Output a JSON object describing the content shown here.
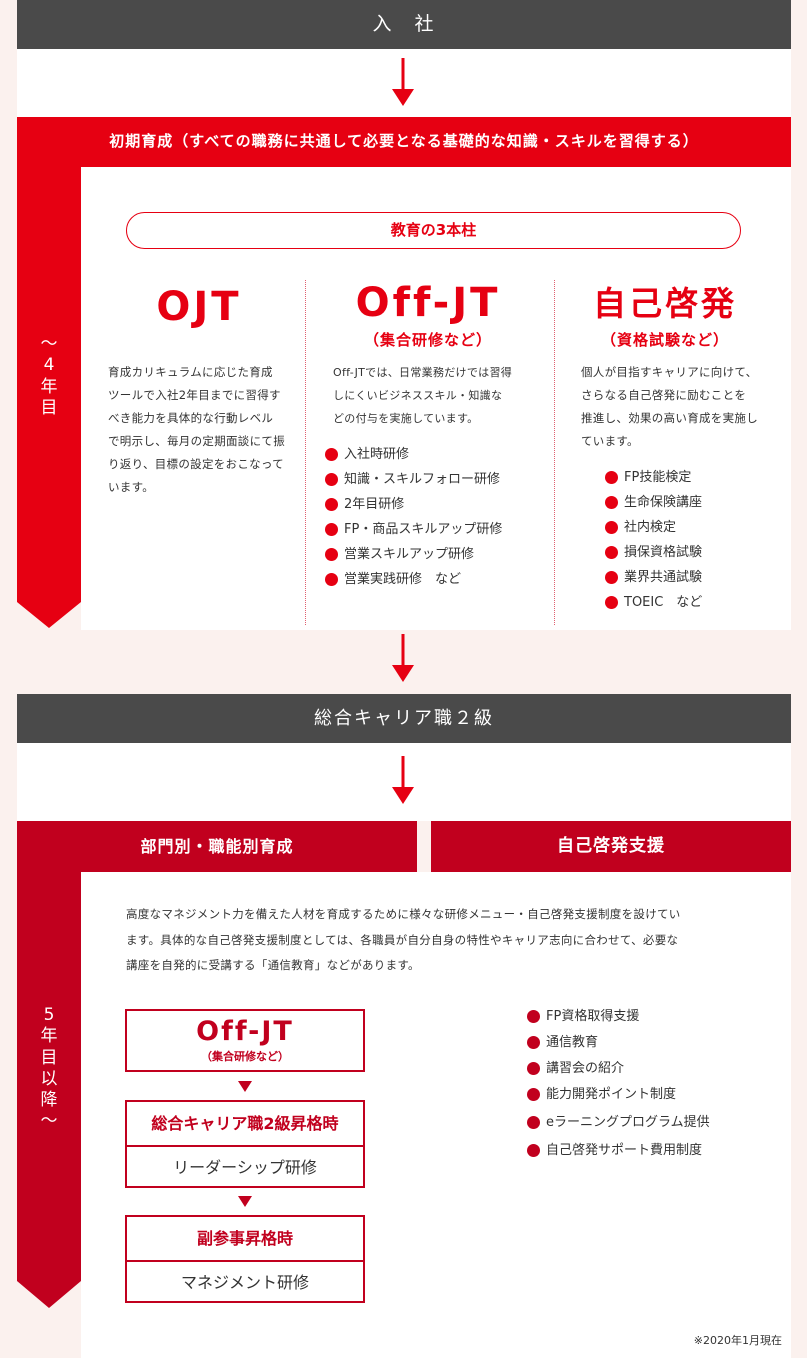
{
  "top_bar": "入　社",
  "phase1": {
    "header": "初期育成（すべての職務に共通して必要となる基礎的な知識・スキルを習得する）",
    "side_label": [
      "〜",
      "4",
      "年",
      "目"
    ],
    "pillar_title": "教育の3本柱",
    "columns": [
      {
        "title": "OJT",
        "subtitle": "",
        "text": [
          "育成カリキュラムに応じた育成",
          "ツールで入社2年目までに習得す",
          "べき能力を具体的な行動レベル",
          "で明示し、毎月の定期面談にて振",
          "り返り、目標の設定をおこなって",
          "います。"
        ],
        "items": []
      },
      {
        "title": "Off-JT",
        "subtitle": "（集合研修など）",
        "text": [
          "Off-JTでは、日常業務だけでは習得",
          "しにくいビジネススキル・知識な",
          "どの付与を実施しています。"
        ],
        "items": [
          "入社時研修",
          "知識・スキルフォロー研修",
          "2年目研修",
          "FP・商品スキルアップ研修",
          "営業スキルアップ研修",
          "営業実践研修　など"
        ]
      },
      {
        "title": "自己啓発",
        "subtitle": "（資格試験など）",
        "text": [
          "個人が目指すキャリアに向けて、",
          "さらなる自己啓発に励むことを",
          "推進し、効果の高い育成を実施し",
          "ています。"
        ],
        "items": [
          "FP技能検定",
          "生命保険講座",
          "社内検定",
          "損保資格試験",
          "業界共通試験",
          "TOEIC　など"
        ]
      }
    ]
  },
  "mid_bar": "総合キャリア職２級",
  "phase2": {
    "tab_left": "部門別・職能別育成",
    "tab_right": "自己啓発支援",
    "side_label": [
      "5",
      "年",
      "目",
      "以",
      "降",
      "〜"
    ],
    "description": [
      "高度なマネジメント力を備えた人材を育成するために様々な研修メニュー・自己啓発支援制度を設けてい",
      "ます。具体的な自己啓発支援制度としては、各職員が自分自身の特性やキャリア志向に合わせて、必要な",
      "講座を自発的に受講する「通信教育」などがあります。"
    ],
    "offjt_title": "Off-JT",
    "offjt_sub": "（集合研修など）",
    "steps": [
      {
        "head": "総合キャリア職2級昇格時",
        "body": "リーダーシップ研修"
      },
      {
        "head": "副参事昇格時",
        "body": "マネジメント研修"
      }
    ],
    "support_items": [
      "FP資格取得支援",
      "通信教育",
      "講習会の紹介",
      "能力開発ポイント制度",
      "eラーニングプログラム提供",
      "自己啓発サポート費用制度"
    ]
  },
  "footnote": "※2020年1月現在",
  "colors": {
    "red": "#e60012",
    "dark_red": "#c1001e",
    "gray": "#4a4a4a",
    "bg": "#fbf1ee"
  }
}
